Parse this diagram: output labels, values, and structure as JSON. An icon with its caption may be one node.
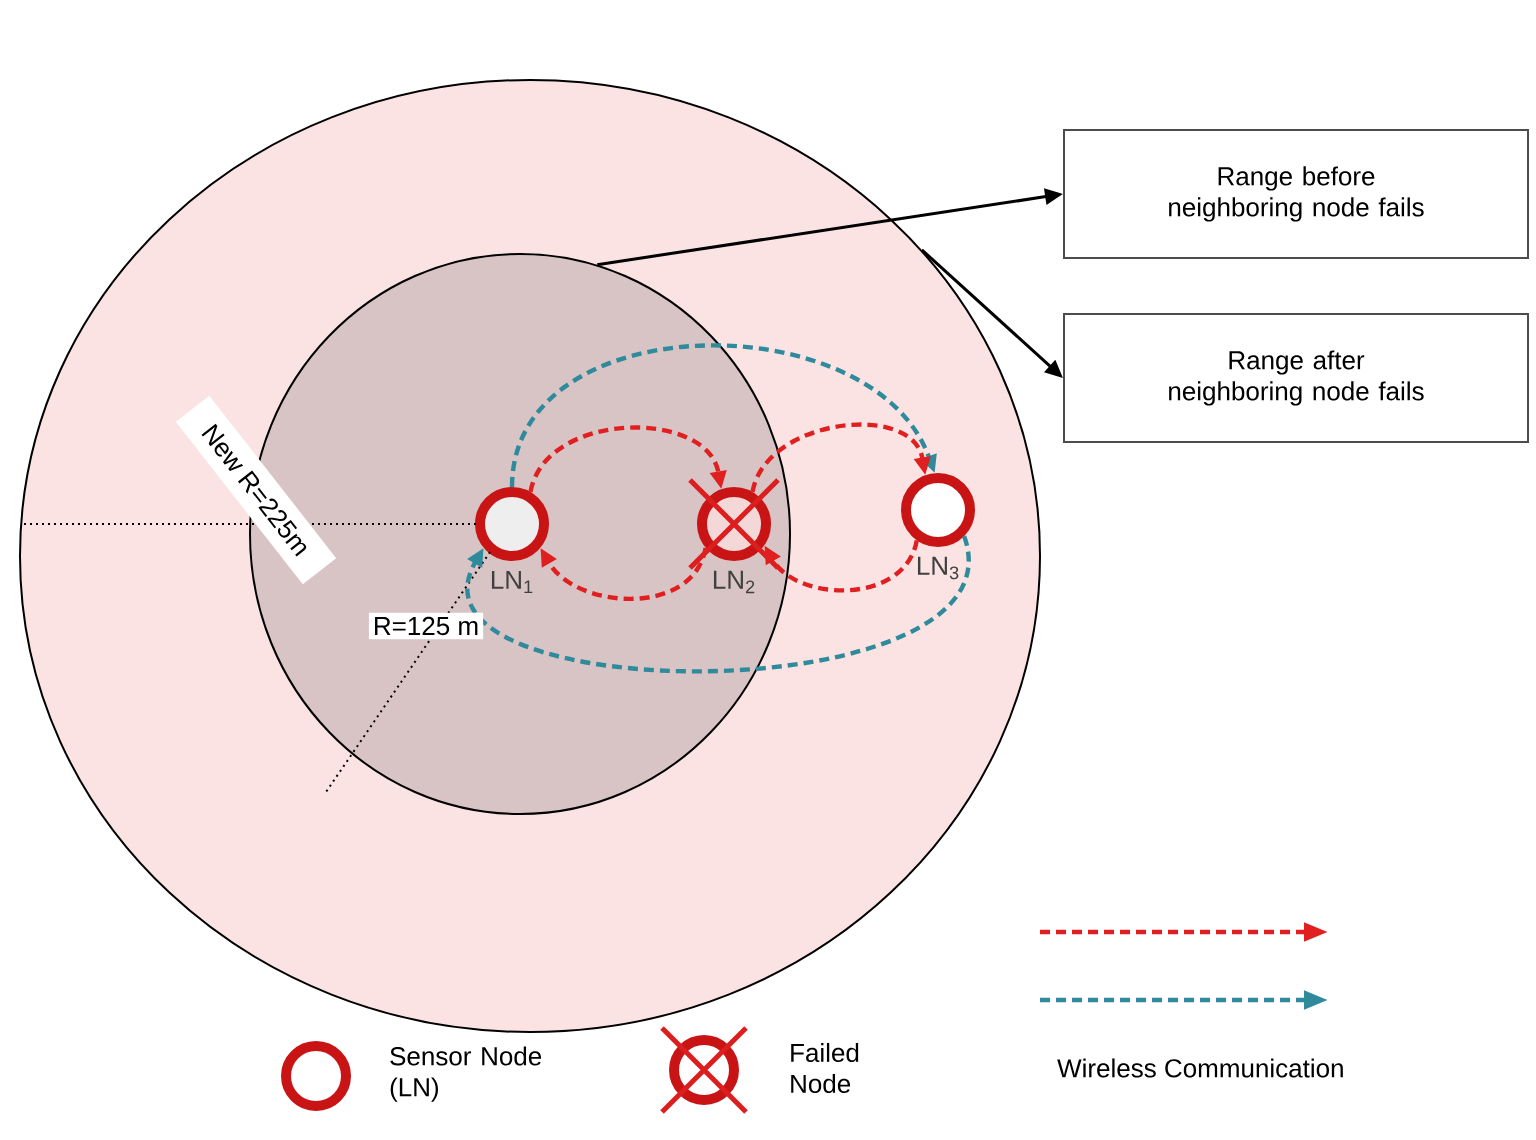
{
  "diagram": {
    "nodes": [
      {
        "text": [],
        "shape": "circle"
      },
      {
        "text": [],
        "shape": "circle",
        "in": 0
      },
      {
        "text": [
          "Range before neighboring node fails"
        ]
      },
      {
        "text": [
          "Range after neighboring node fails"
        ]
      },
      {
        "text": [],
        "shape": "circle",
        "in": 1,
        "beside": [
          "LN$_{1}$"
        ]
      },
      {
        "text": [],
        "shape": "circle",
        "in": 1,
        "beside": [
          "LN$_{2}$"
        ]
      },
      {
        "text": [],
        "shape": "circle",
        "in": 0,
        "beside": [
          "LN$_{3}$"
        ]
      }
    ],
    "edges": [
      {
        "from": 1,
        "to": 2,
        "arrow": "to",
        "color": "#000000"
      },
      {
        "from": 0,
        "to": 3,
        "arrow": "to",
        "color": "#000000"
      },
      {
        "from": 4,
        "to": 6,
        "arrow": "to",
        "style": "dashed",
        "color": "#2f8a9c"
      },
      {
        "from": 4,
        "to": 5,
        "arrow": "to",
        "style": "dashed",
        "color": "#e02020"
      },
      {
        "from": 5,
        "to": 6,
        "arrow": "to",
        "style": "dashed",
        "color": "#e02020"
      },
      {
        "from": 5,
        "to": 4,
        "arrow": "to",
        "style": "dashed",
        "color": "#e02020"
      },
      {
        "from": 6,
        "to": 5,
        "arrow": "to",
        "style": "dashed",
        "color": "#e02020"
      },
      {
        "from": 6,
        "to": 4,
        "arrow": "to",
        "style": "dashed",
        "color": "#2f8a9c"
      }
    ],
    "labels": [
      "New R=225m",
      "R=125 m"
    ],
    "legend": [
      {
        "text": "Sensor Node (LN)"
      },
      {
        "text": "Failed Node"
      },
      {
        "text": "Wireless Communication"
      }
    ]
  }
}
